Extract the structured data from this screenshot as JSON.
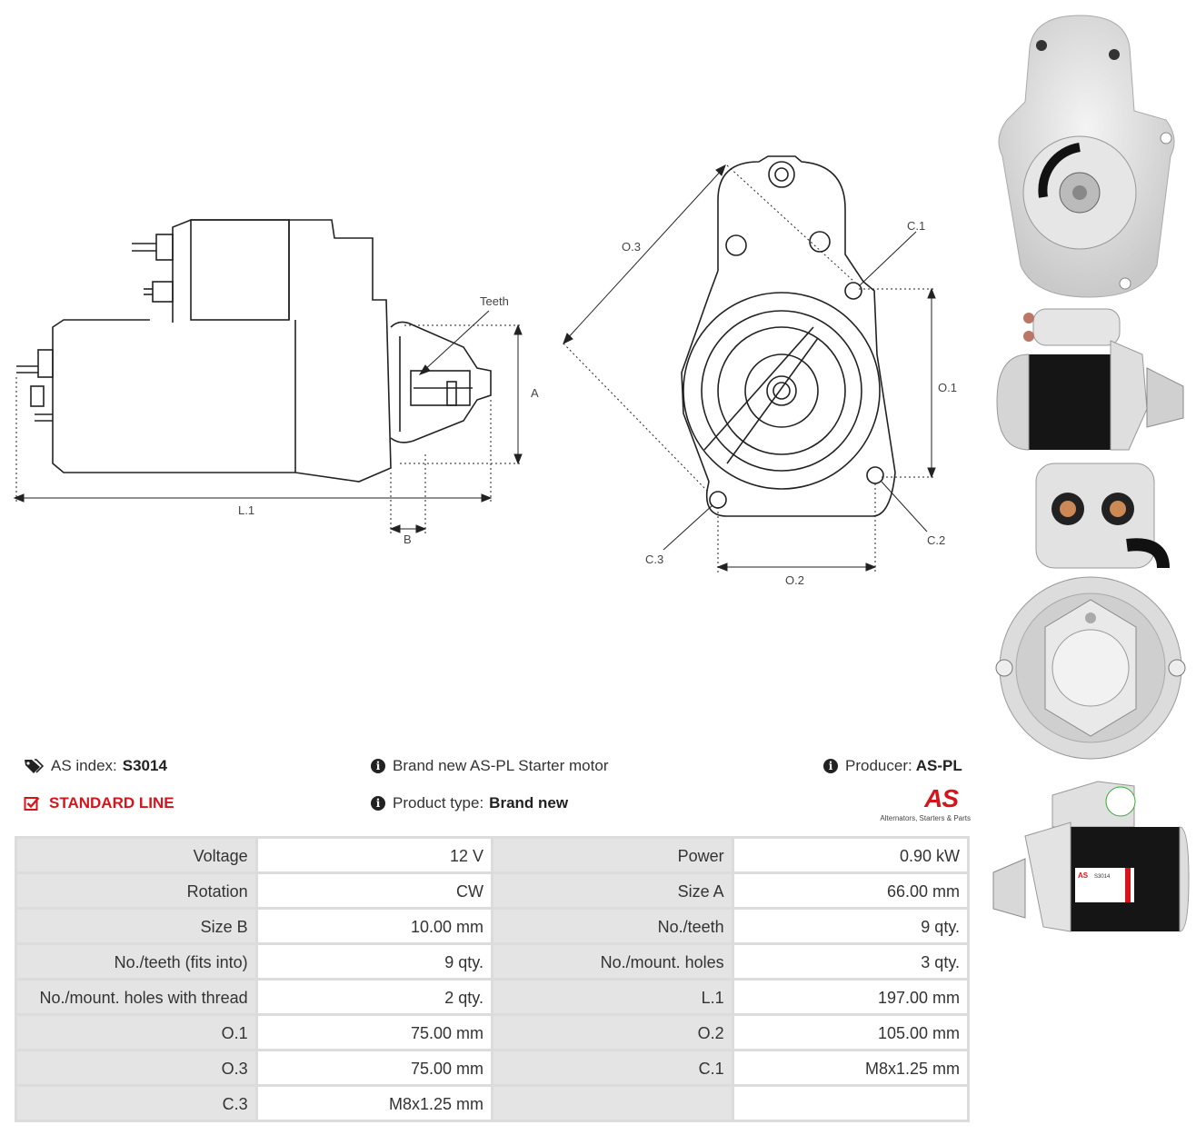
{
  "drawing": {
    "side_labels": {
      "teeth": "Teeth",
      "a": "A",
      "l1": "L.1",
      "b": "B"
    },
    "front_labels": {
      "o3": "O.3",
      "c1": "C.1",
      "o1": "O.1",
      "c2": "C.2",
      "c3": "C.3",
      "o2": "O.2"
    }
  },
  "info": {
    "as_index_label": "AS index:",
    "as_index_value": "S3014",
    "line": "STANDARD LINE",
    "description": "Brand new AS-PL Starter motor",
    "product_type_label": "Product type:",
    "product_type_value": "Brand new",
    "producer_label": "Producer:",
    "producer_value": "AS-PL",
    "logo_text": "AS",
    "logo_tagline": "Alternators, Starters & Parts"
  },
  "specs": [
    [
      "Voltage",
      "12 V",
      "Power",
      "0.90 kW"
    ],
    [
      "Rotation",
      "CW",
      "Size A",
      "66.00 mm"
    ],
    [
      "Size B",
      "10.00 mm",
      "No./teeth",
      "9 qty."
    ],
    [
      "No./teeth (fits into)",
      "9 qty.",
      "No./mount. holes",
      "3 qty."
    ],
    [
      "No./mount. holes with thread",
      "2 qty.",
      "L.1",
      "197.00 mm"
    ],
    [
      "O.1",
      "75.00 mm",
      "O.2",
      "105.00 mm"
    ],
    [
      "O.3",
      "75.00 mm",
      "C.1",
      "M8x1.25 mm"
    ],
    [
      "C.3",
      "M8x1.25 mm",
      "",
      ""
    ]
  ],
  "photo_label": {
    "brand": "AS",
    "code": "S3014"
  },
  "colors": {
    "accent_red": "#d7141c",
    "table_gray": "#e4e4e4"
  }
}
